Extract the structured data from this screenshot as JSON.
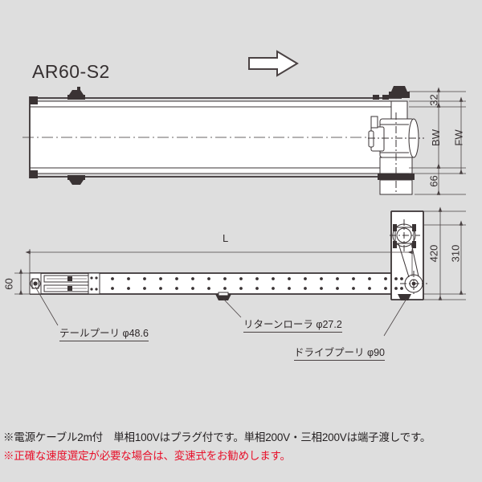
{
  "drawing": {
    "model_title": "AR60-S2",
    "background_color": "#dedede",
    "line_color": "#3a3334",
    "direction_arrow": "right-arrow-icon"
  },
  "dimensions": {
    "side_view": [
      {
        "name": "top-offset",
        "label": "32"
      },
      {
        "name": "belt-width",
        "label": "BW"
      },
      {
        "name": "frame-width",
        "label": "FW"
      },
      {
        "name": "leg-height",
        "label": "66"
      }
    ],
    "plan_view": [
      {
        "name": "drive-overall-width",
        "label": "420"
      },
      {
        "name": "drive-inner-width",
        "label": "310"
      },
      {
        "name": "tail-width",
        "label": "60"
      },
      {
        "name": "conveyor-length",
        "label": "L"
      }
    ]
  },
  "callouts": [
    {
      "name": "tail-pulley",
      "label": "テールプーリ φ48.6"
    },
    {
      "name": "return-roller",
      "label": "リターンローラ φ27.2"
    },
    {
      "name": "drive-pulley",
      "label": "ドライブプーリ φ90"
    }
  ],
  "notes": {
    "power_cable": "※電源ケーブル2m付　単相100Vはプラグ付です。単相200V・三相200Vは端子渡しです。",
    "speed_selection": "※正確な速度選定が必要な場合は、変速式をお勧めします。",
    "speed_selection_color": "#e8102a"
  }
}
